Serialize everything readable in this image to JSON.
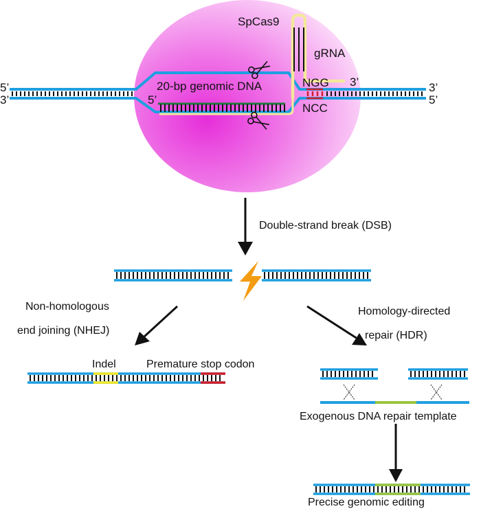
{
  "labels": {
    "spcas9": "SpCas9",
    "grna": "gRNA",
    "genomic": "20-bp genomic DNA",
    "ngg": "NGG",
    "ncc": "NCC",
    "five_prime": "5’",
    "three_prime": "3’",
    "dsb": "Double-strand break (DSB)",
    "nhej_line1": "Non-homologous",
    "nhej_line2": "end joining (NHEJ)",
    "hdr_line1": "Homology-directed",
    "hdr_line2": "repair (HDR)",
    "indel": "Indel",
    "stop_codon": "Premature stop codon",
    "template": "Exogenous DNA repair template",
    "precise": "Precise genomic editing"
  },
  "colors": {
    "backbone": "#1e9fe0",
    "rung": "#111111",
    "cas9_blob": "#e838e0",
    "grna": "#f4e89a",
    "pam": "#d21f2a",
    "target_strand": "#1f7a3a",
    "indel": "#f2e826",
    "insert": "#9ac43c",
    "bolt": "#f39c12"
  },
  "icons": [
    "scissors-icon",
    "lightning-bolt-icon",
    "crossover-icon",
    "arrow-icon"
  ]
}
